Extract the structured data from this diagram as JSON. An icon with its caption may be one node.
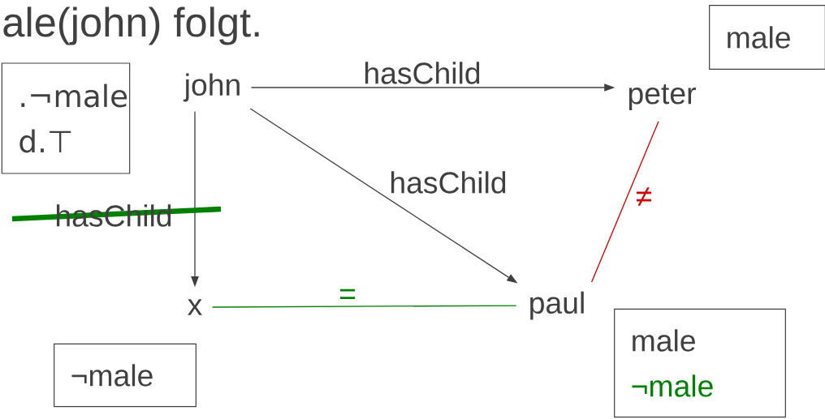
{
  "diagram": {
    "title": "ale(john) folgt.",
    "nodes": [
      {
        "text": [
          "john"
        ]
      },
      {
        "text": [
          "peter"
        ]
      },
      {
        "text": [
          "x"
        ]
      },
      {
        "text": [
          "paul"
        ]
      },
      {
        "text": [
          ".¬male",
          "d.⊤"
        ]
      },
      {
        "text": [
          "male"
        ]
      },
      {
        "text": [
          "¬male"
        ]
      },
      {
        "text": [
          "male",
          "¬male"
        ]
      }
    ],
    "edges": [
      {
        "from": 0,
        "to": 1,
        "arrow": "to",
        "label": "hasChild"
      },
      {
        "from": 0,
        "to": 3,
        "arrow": "to",
        "label": "hasChild"
      },
      {
        "from": 0,
        "to": 2,
        "arrow": "to",
        "label": "hasChild"
      },
      {
        "from": 2,
        "to": 3,
        "arrow": "none",
        "label": "=",
        "color": "#008000"
      },
      {
        "from": 3,
        "to": 1,
        "arrow": "none",
        "label": "≠",
        "color": "#d00000"
      }
    ]
  }
}
